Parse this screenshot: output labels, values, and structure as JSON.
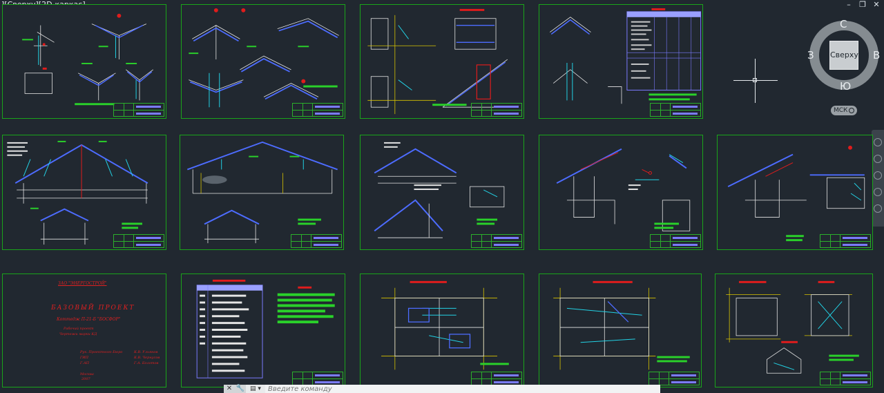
{
  "viewport": {
    "label": "][Сверху][2D-каркас]"
  },
  "window_controls": {
    "minimize": "–",
    "restore": "❐",
    "close": "✕"
  },
  "navcube": {
    "face": "Сверху",
    "north": "С",
    "south": "Ю",
    "west": "З",
    "east": "В",
    "ucs": "МСК"
  },
  "cover": {
    "company": "ЗАО \"ЭНЕРГОСТРОЙ\"",
    "title": "БАЗОВЫЙ ПРОЕКТ",
    "subtitle": "Коттедж П-21-Б \"БОСФОР\"",
    "doc": "Рабочий проект",
    "doc2": "Чертежи марки КД",
    "role1": "Рук. Проектного Бюро",
    "role2": "ГИП",
    "role3": "Г.АП",
    "name1": "К.В. Ульянов",
    "name2": "К.В. Чернусов",
    "name3": "Г.А. Болотов",
    "city": "Москва",
    "year": "2007"
  },
  "command_line": {
    "close": "✕",
    "settings": "🔧",
    "prompt": "▤ ▾",
    "placeholder": "Введите команду"
  },
  "colors": {
    "frame": "#1aa51a",
    "background": "#212830",
    "accent_red": "#e01c1c",
    "note_green": "#2ad12a"
  }
}
